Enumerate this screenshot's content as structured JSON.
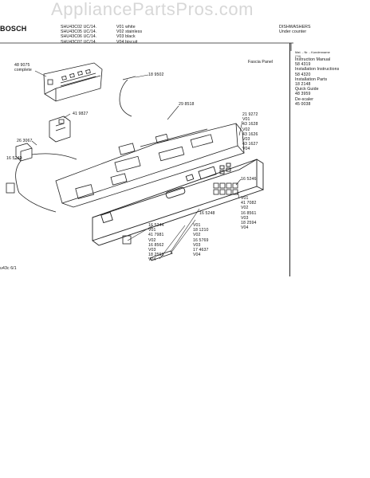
{
  "watermark": "AppliancePartsPros.com",
  "header": {
    "brand": "BOSCH",
    "models": [
      "SHU43C02 UC/14.",
      "SHU43C05 UC/14.",
      "SHU43C06 UC/14.",
      "SHU43C07 UC/14."
    ],
    "variants": [
      "V01 white",
      "V02 stainless",
      "V03 black",
      "V04 biscuit"
    ],
    "product": [
      "DISHWASHERS",
      "Under counter"
    ],
    "corner_note": [
      "Mat. - Nr. - Kundenname",
      "(74)"
    ]
  },
  "section_title": "Fascia Panel",
  "docs": [
    "Instruction Manual",
    "58 4319",
    "Installation Instructions",
    "58 4320",
    "Installation Parts",
    "18 2148",
    "Quick Guide",
    "48 3959",
    "De-scaler",
    "45 0038"
  ],
  "parts": {
    "complete": [
      "48 9075",
      "complete"
    ],
    "p189502": "18 9502",
    "p419827": "41 9827",
    "p298518": "29 8518",
    "p263067": "26 3067",
    "p165242": "16 5242",
    "right_top": [
      "21 9272",
      "V01",
      "43 1628",
      "V02",
      "43 1626",
      "V03",
      "43 1627",
      "V04"
    ],
    "p165246": "16 5246",
    "right_mid": [
      "V01",
      "41 7082",
      "V02",
      "16 8561",
      "V03",
      "18 2594",
      "V04"
    ],
    "p165248": "16 5248",
    "bottom_left": [
      "16 5244",
      "V01",
      "41 7981",
      "V02",
      "16 8562",
      "V03",
      "18 2593",
      "V04"
    ],
    "bottom_mid": [
      "V01",
      "18 1210",
      "V02",
      "16 5769",
      "V03",
      "17 4637",
      "V04"
    ]
  },
  "footer": "u43c  6/1"
}
